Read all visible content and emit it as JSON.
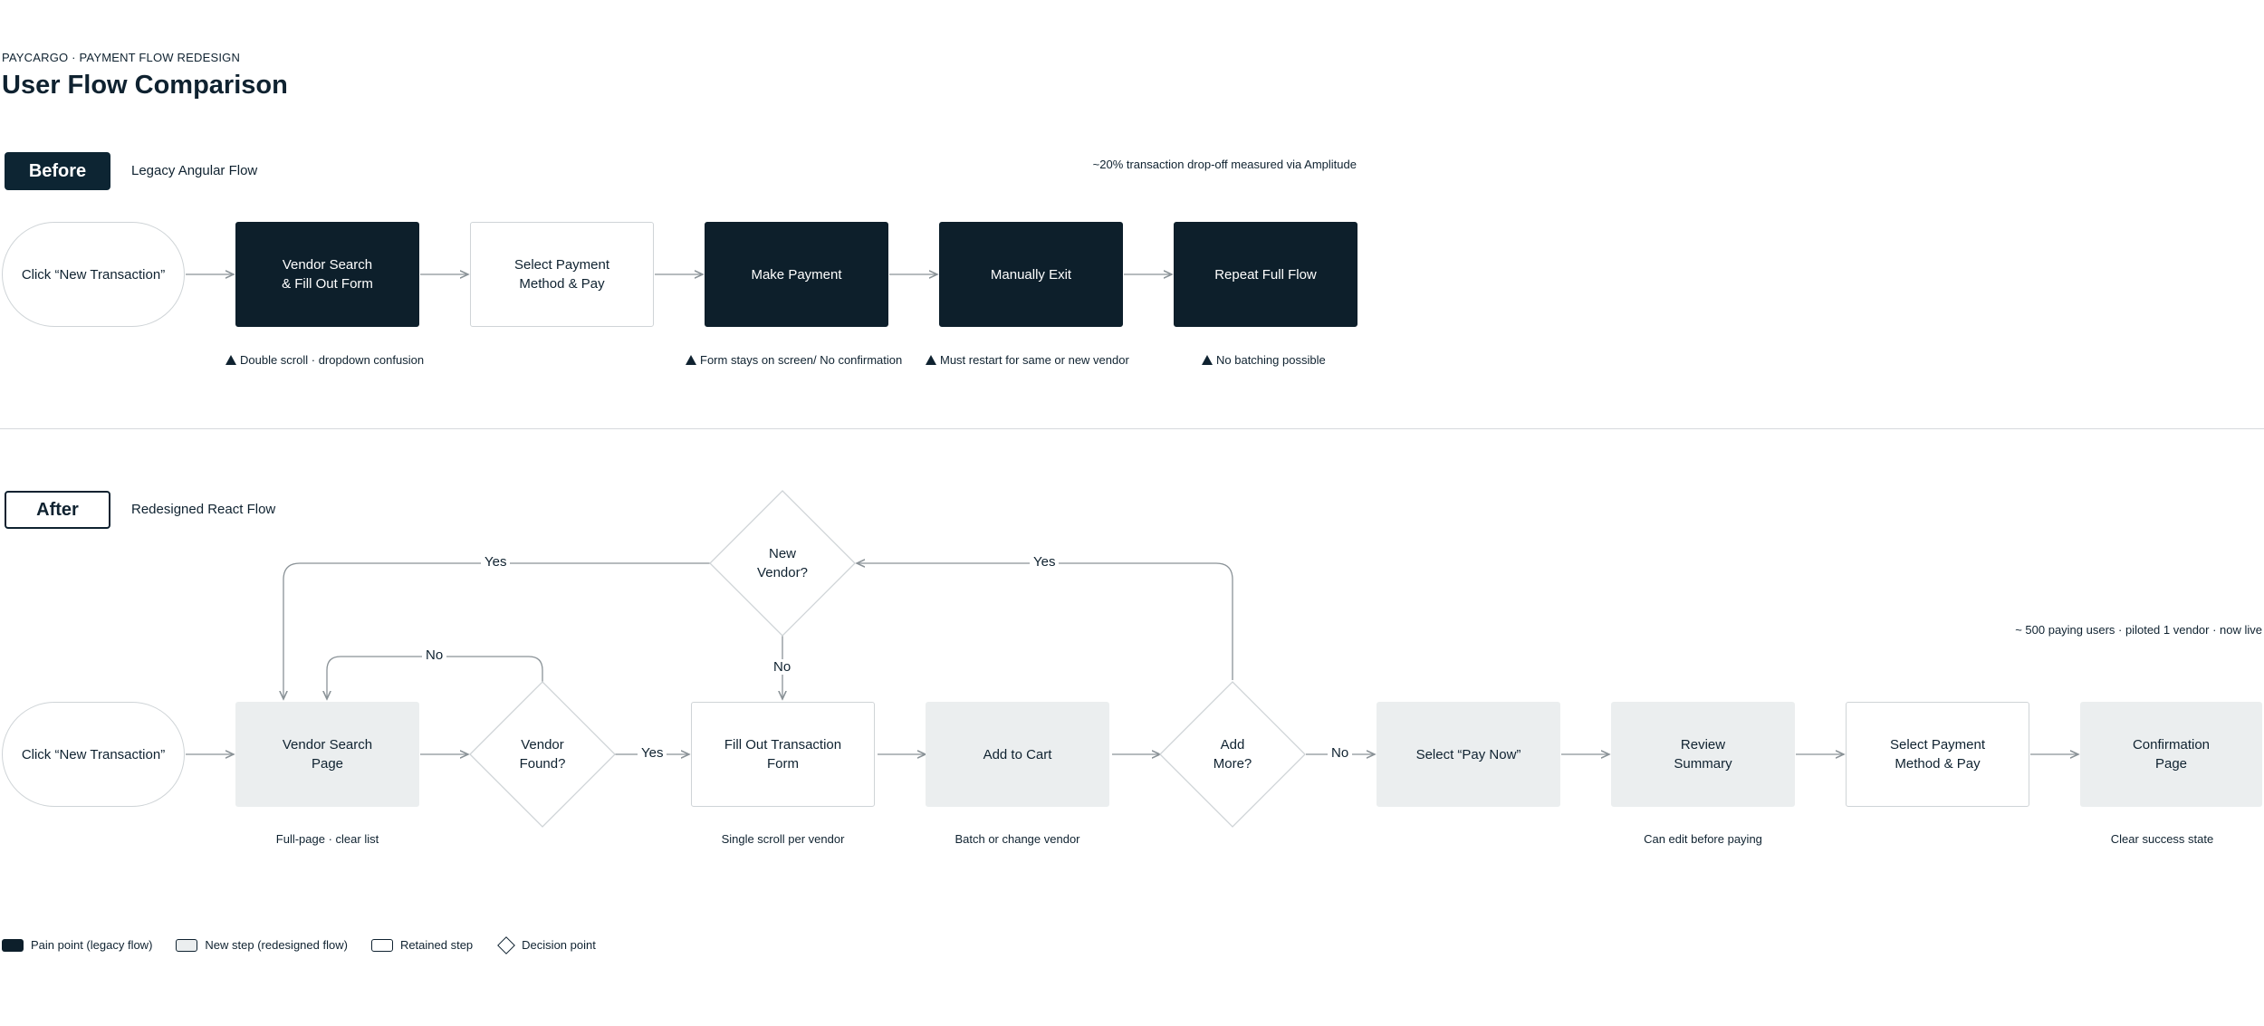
{
  "header": {
    "eyebrow": "PAYCARGO · PAYMENT FLOW REDESIGN",
    "title": "User Flow Comparison"
  },
  "before": {
    "pill": "Before",
    "label": "Legacy Angular Flow",
    "metric": "~20% transaction drop-off measured via Amplitude",
    "steps": [
      "Click “New Transaction”",
      "Vendor Search\n& Fill Out Form",
      "Select Payment\nMethod & Pay",
      "Make Payment",
      "Manually Exit",
      "Repeat Full Flow"
    ],
    "pain_points": [
      "Double scroll · dropdown confusion",
      "Form stays on screen/ No confirmation",
      "Must restart for same or new vendor",
      "No batching possible"
    ]
  },
  "after": {
    "pill": "After",
    "label": "Redesigned React Flow",
    "metric": "~ 500 paying users · piloted 1 vendor · now live",
    "steps": [
      "Click “New Transaction”",
      "Vendor Search\nPage",
      "Fill Out Transaction\nForm",
      "Add to Cart",
      "Select “Pay Now”",
      "Review\nSummary",
      "Select Payment\nMethod & Pay",
      "Confirmation\nPage"
    ],
    "decisions": {
      "vendor_found": "Vendor\nFound?",
      "new_vendor": "New\nVendor?",
      "add_more": "Add\nMore?"
    },
    "edges": {
      "yes_new_vendor": "Yes",
      "no_vendor_found": "No",
      "yes_vendor_found": "Yes",
      "no_new_vendor": "No",
      "yes_add_more": "Yes",
      "no_add_more": "No"
    },
    "captions": {
      "vendor_search": "Full-page · clear list",
      "fill_form": "Single scroll per vendor",
      "add_cart": "Batch or change vendor",
      "review": "Can edit before paying",
      "confirmation": "Clear success state"
    }
  },
  "legend": [
    "Pain point (legacy flow)",
    "New step (redesigned flow)",
    "Retained step",
    "Decision point"
  ],
  "colors": {
    "dark": "#0d1f2b",
    "light": "#ebeeef",
    "border": "#cfd4d7",
    "line": "#8a9297"
  }
}
